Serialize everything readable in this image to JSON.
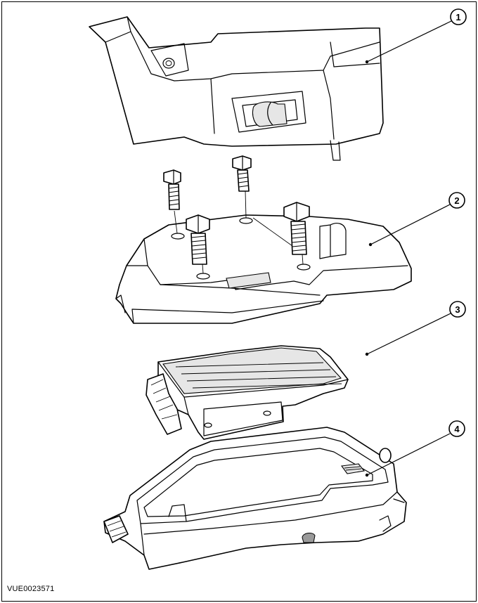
{
  "callouts": [
    {
      "label": "1"
    },
    {
      "label": "2"
    },
    {
      "label": "3"
    },
    {
      "label": "4"
    }
  ],
  "reference_code": "VUE0023571"
}
